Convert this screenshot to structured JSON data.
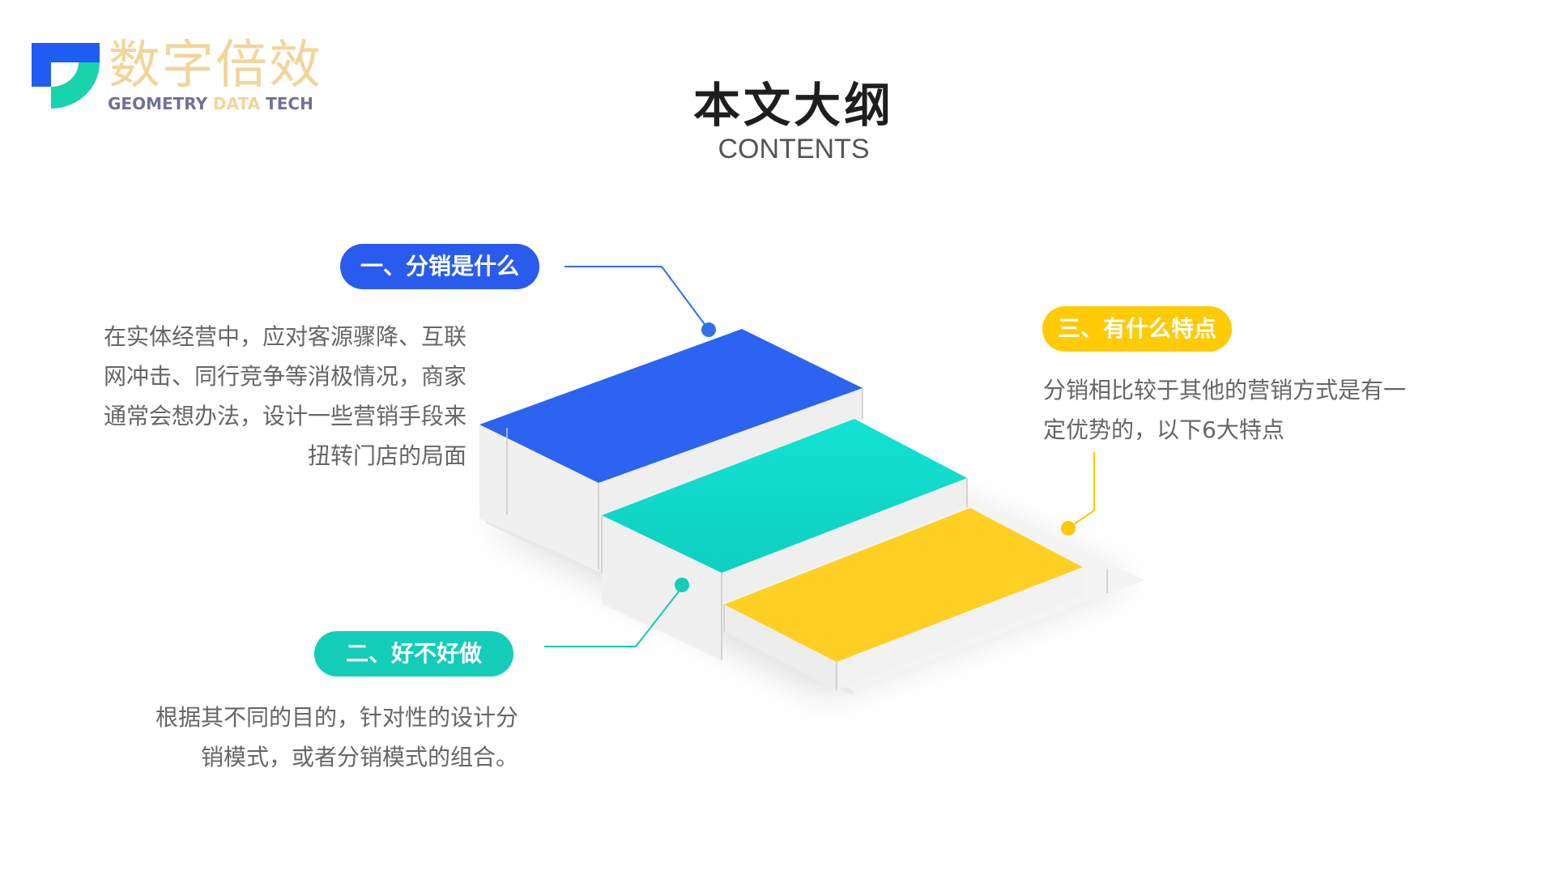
{
  "logo": {
    "cn_text": "数字倍效",
    "en_part1": "GEOMETRY ",
    "en_part2": "DATA",
    "en_part3": " TECH",
    "colors": {
      "blue": "#1f5cf5",
      "teal": "#19d3ad",
      "gold": "#f1d59a",
      "gray": "#6e7395"
    }
  },
  "header": {
    "title": "本文大纲",
    "subtitle": "CONTENTS"
  },
  "sections": [
    {
      "label": "一、分销是什么",
      "color": "#2a5bef",
      "lines": [
        "在实体经营中，应对客源骤降、互联",
        "网冲击、同行竞争等消极情况，商家",
        "通常会想办法，设计一些营销手段来",
        "扭转门店的局面"
      ]
    },
    {
      "label": "二、好不好做",
      "color": "#13cdb8",
      "lines": [
        "根据其不同的目的，针对性的设计分",
        "销模式，或者分销模式的组合。"
      ]
    },
    {
      "label": "三、有什么特点",
      "color": "#ffcb05",
      "lines": [
        "分销相比较于其他的营销方式是有一",
        "定优势的，以下6大特点"
      ]
    }
  ],
  "steps": [
    {
      "name": "step-1",
      "color": "#2c63f0"
    },
    {
      "name": "step-2",
      "color": "#10d7c6"
    },
    {
      "name": "step-3",
      "color": "#ffd024"
    }
  ]
}
